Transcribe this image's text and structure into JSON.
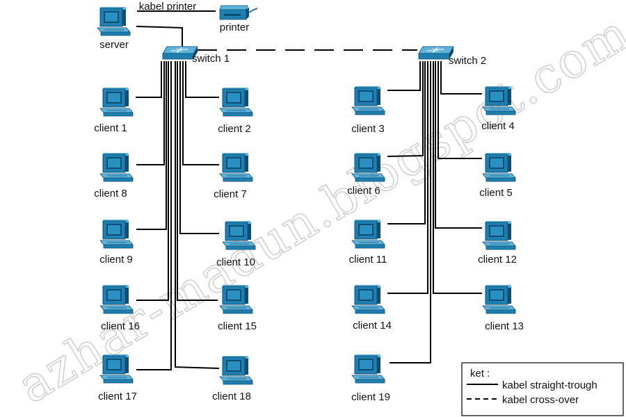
{
  "server": {
    "label": "server"
  },
  "printer": {
    "label": "printer",
    "cable_label": "kabel printer"
  },
  "switches": [
    {
      "label": "switch 1"
    },
    {
      "label": "switch 2"
    }
  ],
  "clients": [
    "client 1",
    "client 2",
    "client 3",
    "client 4",
    "client 5",
    "client 6",
    "client 7",
    "client 8",
    "client 9",
    "client 10",
    "client 11",
    "client 12",
    "client 13",
    "client 14",
    "client 15",
    "client 16",
    "client 17",
    "client 18",
    "client 19"
  ],
  "legend": {
    "title": "ket :",
    "straight_label": "kabel straight-trough",
    "crossover_label": "kabel cross-over"
  },
  "watermark": "azhar-madun.blogspot.com",
  "colors": {
    "device_fill": "#1e7fb0",
    "device_light": "#5fb4dc",
    "device_dark": "#0d4f74",
    "cable": "#000000"
  }
}
